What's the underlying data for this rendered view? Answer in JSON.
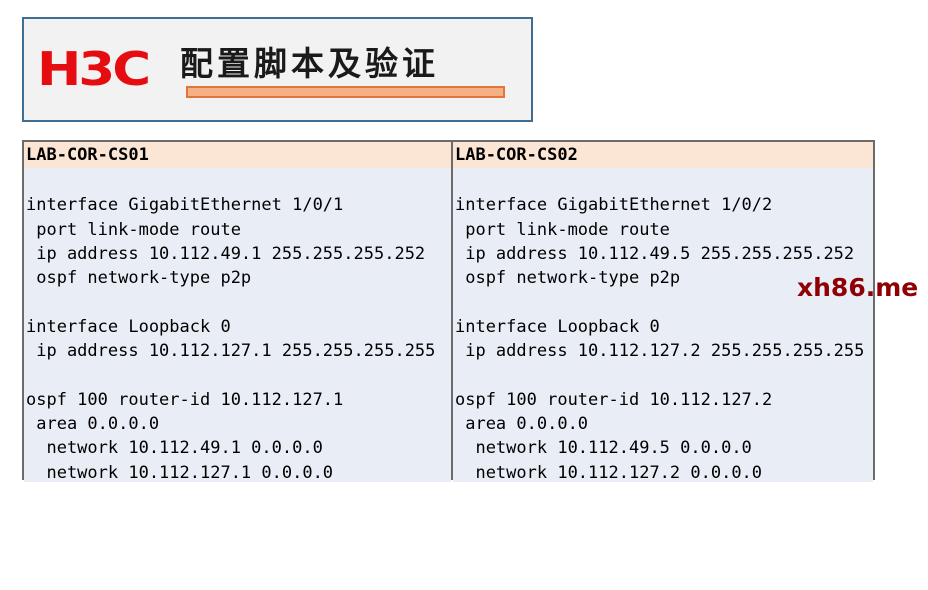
{
  "header": {
    "logo_text": "H3C",
    "title_cn": "配置脚本及验证",
    "colors": {
      "logo_red": "#e60d10",
      "box_border_blue": "#3f6e90",
      "box_fill": "#f2f2f2",
      "bar_fill": "#f5b183",
      "bar_border": "#e0763a"
    }
  },
  "watermark": {
    "text": "xh86.me",
    "color": "#8f0005"
  },
  "table": {
    "colors": {
      "header_bg": "#fbe5d5",
      "body_bg": "#e9edf5",
      "border": "#6b6b6b"
    },
    "columns": [
      {
        "header": "LAB-COR-CS01",
        "code": "\ninterface GigabitEthernet 1/0/1\n port link-mode route\n ip address 10.112.49.1 255.255.255.252\n ospf network-type p2p\n\ninterface Loopback 0\n ip address 10.112.127.1 255.255.255.255\n\nospf 100 router-id 10.112.127.1\n area 0.0.0.0\n  network 10.112.49.1 0.0.0.0\n  network 10.112.127.1 0.0.0.0"
      },
      {
        "header": "LAB-COR-CS02",
        "code": "\ninterface GigabitEthernet 1/0/2\n port link-mode route\n ip address 10.112.49.5 255.255.255.252\n ospf network-type p2p\n\ninterface Loopback 0\n ip address 10.112.127.2 255.255.255.255\n\nospf 100 router-id 10.112.127.2\n area 0.0.0.0\n  network 10.112.49.5 0.0.0.0\n  network 10.112.127.2 0.0.0.0"
      }
    ]
  }
}
